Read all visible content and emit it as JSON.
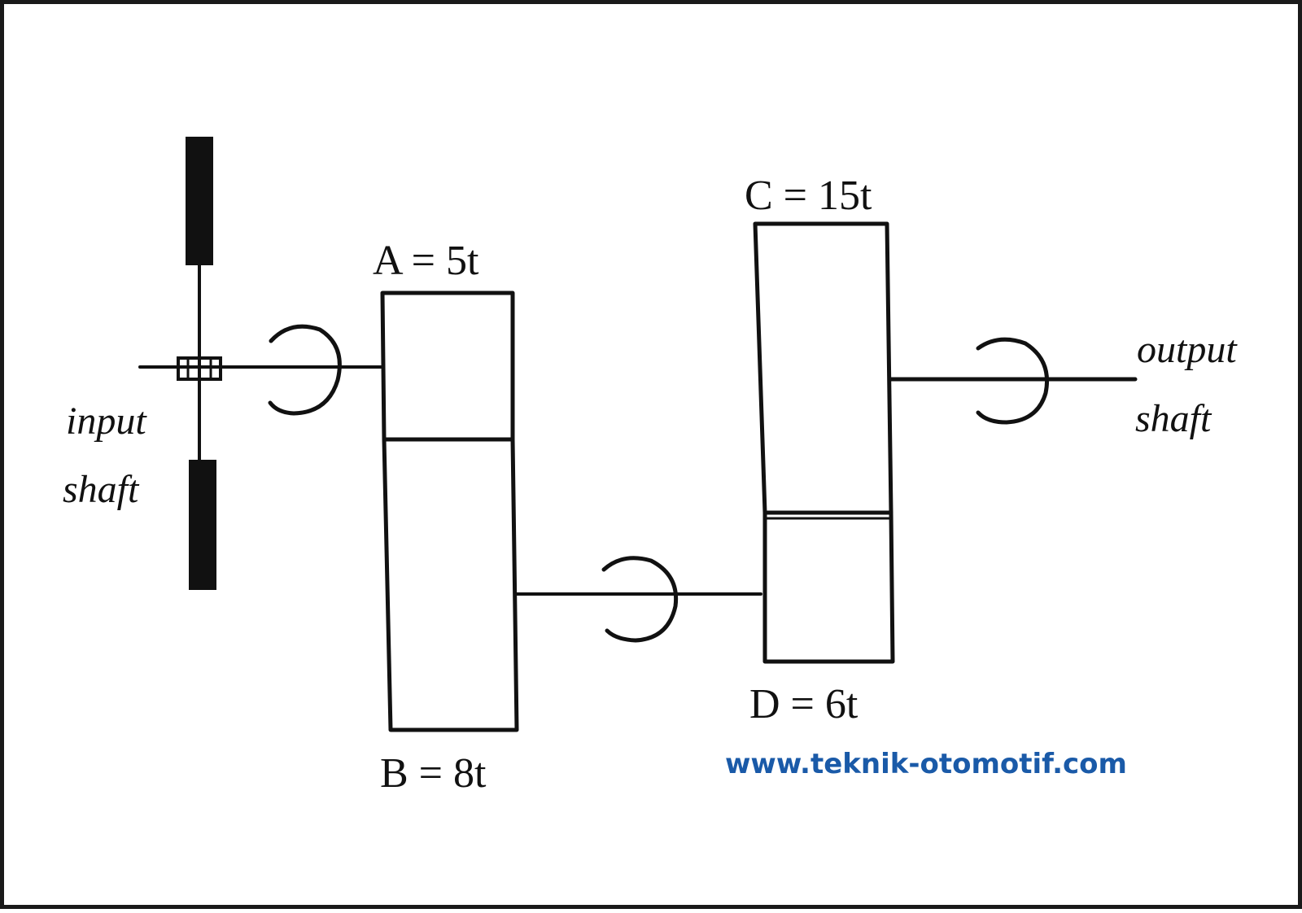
{
  "gears": {
    "a": "A = 5t",
    "b": "B = 8t",
    "c": "C = 15t",
    "d": "D = 6t"
  },
  "shafts": {
    "input_line1": "input",
    "input_line2": "shaft",
    "output_line1": "output",
    "output_line2": "shaft"
  },
  "watermark": "www.teknik-otomotif.com",
  "colors": {
    "ink": "#111111",
    "watermark": "#1a5aa8",
    "frame": "#1a1a1a"
  }
}
